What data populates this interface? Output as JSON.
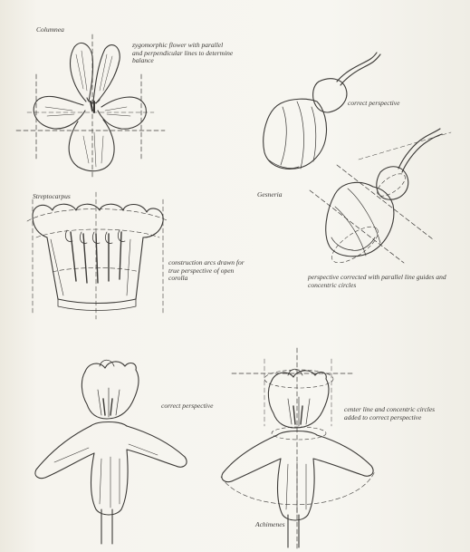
{
  "page": {
    "captions": {
      "columnea": "Columnea",
      "streptocarpus": "Streptocarpus",
      "gesneria": "Gesneria",
      "achimenes": "Achimenes"
    },
    "notes": {
      "zygomorphic": "zygomorphic flower with parallel and perpendicular lines to determine balance",
      "correct_perspective_1": "correct perspective",
      "construction_arcs": "construction arcs drawn for true perspective of open corolla",
      "perspective_corrected": "perspective corrected with parallel line guides and concentric circles",
      "correct_perspective_2": "correct perspective",
      "center_line": "center line and concentric circles added to correct perspective"
    }
  }
}
